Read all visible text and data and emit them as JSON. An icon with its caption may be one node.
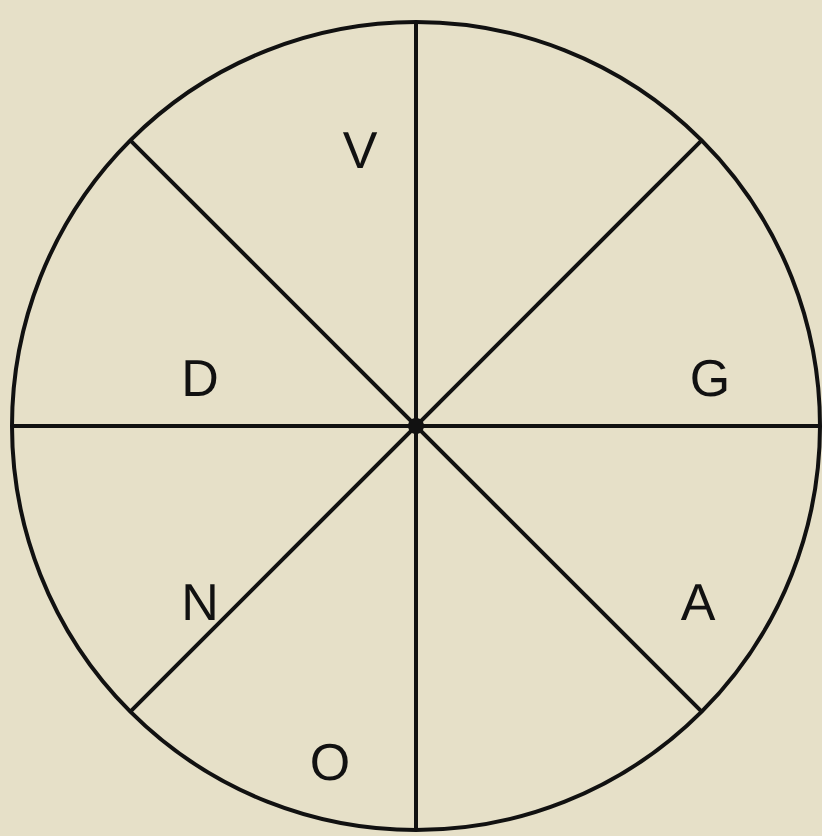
{
  "diagram": {
    "labels": [
      "V",
      "D",
      "G",
      "N",
      "A",
      "O"
    ]
  }
}
